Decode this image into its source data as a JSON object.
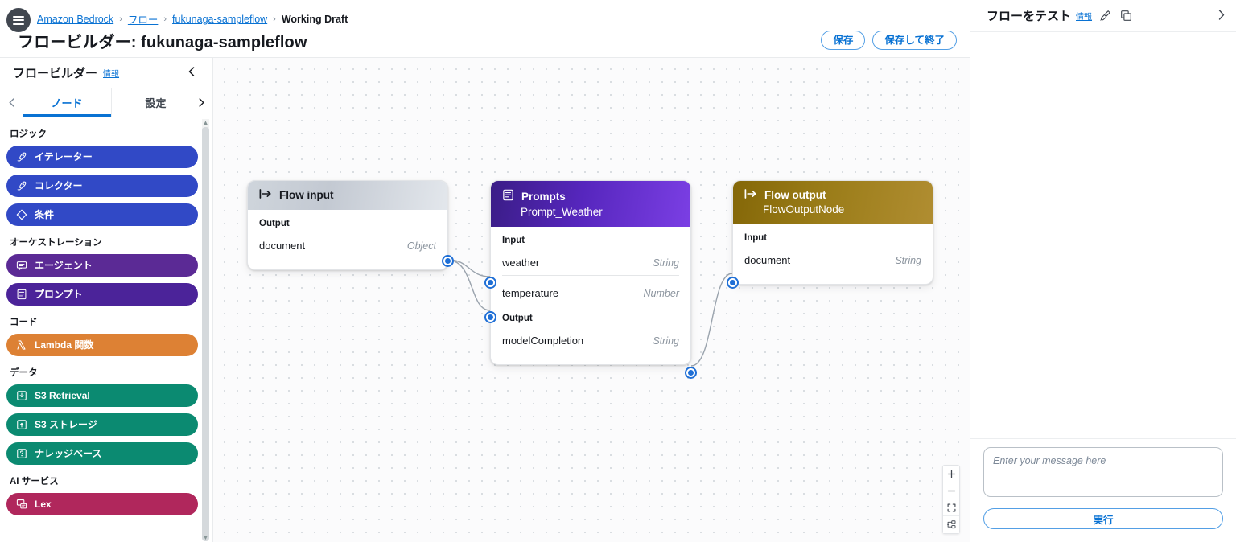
{
  "header": {
    "menu_icon": "hamburger-icon",
    "breadcrumb": [
      {
        "label": "Amazon Bedrock",
        "type": "link"
      },
      {
        "label": "フロー",
        "type": "link"
      },
      {
        "label": "fukunaga-sampleflow",
        "type": "link"
      },
      {
        "label": "Working Draft",
        "type": "current"
      }
    ],
    "separator": "›",
    "page_title": "フロービルダー: fukunaga-sampleflow",
    "actions": [
      {
        "label": "保存",
        "name": "save-button"
      },
      {
        "label": "保存して終了",
        "name": "save-and-exit-button"
      }
    ]
  },
  "sidebar": {
    "title": "フロービルダー",
    "info_label": "情報",
    "collapse_icon": "chevron-left-icon",
    "tabs": {
      "prev_icon": "chevron-left-icon",
      "next_icon": "chevron-right-icon",
      "items": [
        {
          "label": "ノード",
          "active": true
        },
        {
          "label": "設定",
          "active": false
        }
      ]
    },
    "groups": [
      {
        "label": "ロジック",
        "items": [
          {
            "label": "イテレーター",
            "color": "#3149c6",
            "icon": "iterator-icon"
          },
          {
            "label": "コレクター",
            "color": "#3149c6",
            "icon": "collector-icon"
          },
          {
            "label": "条件",
            "color": "#3149c6",
            "icon": "condition-diamond-icon"
          }
        ]
      },
      {
        "label": "オーケストレーション",
        "items": [
          {
            "label": "エージェント",
            "color": "#5b2a95",
            "icon": "agent-chat-icon"
          },
          {
            "label": "プロンプト",
            "color": "#4b2399",
            "icon": "prompt-doc-icon"
          }
        ]
      },
      {
        "label": "コード",
        "items": [
          {
            "label": "Lambda 関数",
            "color": "#dd8134",
            "icon": "lambda-icon"
          }
        ]
      },
      {
        "label": "データ",
        "items": [
          {
            "label": "S3 Retrieval",
            "color": "#0b8a71",
            "icon": "s3-retrieval-icon"
          },
          {
            "label": "S3 ストレージ",
            "color": "#0b8a71",
            "icon": "s3-storage-icon"
          },
          {
            "label": "ナレッジベース",
            "color": "#0b8a71",
            "icon": "knowledge-base-icon"
          }
        ]
      },
      {
        "label": "AI サービス",
        "items": [
          {
            "label": "Lex",
            "color": "#b0275c",
            "icon": "lex-icon"
          }
        ]
      }
    ]
  },
  "canvas": {
    "nodes": [
      {
        "name": "flow-input-node",
        "icon": "flow-input-icon",
        "title": "Flow input",
        "subtitle": "",
        "sections": [
          {
            "label": "Output",
            "rows": [
              {
                "field": "document",
                "type": "Object"
              }
            ]
          }
        ]
      },
      {
        "name": "prompts-node",
        "icon": "prompt-doc-icon",
        "title": "Prompts",
        "subtitle": "Prompt_Weather",
        "sections": [
          {
            "label": "Input",
            "rows": [
              {
                "field": "weather",
                "type": "String"
              },
              {
                "field": "temperature",
                "type": "Number"
              }
            ]
          },
          {
            "label": "Output",
            "rows": [
              {
                "field": "modelCompletion",
                "type": "String"
              }
            ]
          }
        ]
      },
      {
        "name": "flow-output-node",
        "icon": "flow-output-icon",
        "title": "Flow output",
        "subtitle": "FlowOutputNode",
        "sections": [
          {
            "label": "Input",
            "rows": [
              {
                "field": "document",
                "type": "String"
              }
            ]
          }
        ]
      }
    ],
    "zoom_controls": [
      {
        "name": "zoom-in-button",
        "icon": "plus-icon"
      },
      {
        "name": "zoom-out-button",
        "icon": "minus-icon"
      },
      {
        "name": "fit-to-screen-button",
        "icon": "fit-screen-icon"
      },
      {
        "name": "auto-layout-button",
        "icon": "auto-layout-icon"
      }
    ]
  },
  "test_panel": {
    "title": "フローをテスト",
    "info_label": "情報",
    "icons": [
      {
        "name": "broom-clear-icon"
      },
      {
        "name": "copy-icon"
      }
    ],
    "expand_icon": "chevron-right-icon",
    "input_placeholder": "Enter your message here",
    "input_value": "",
    "run_button": "実行"
  },
  "colors": {
    "link": "#0972d3",
    "port": "#1f6fd6",
    "edge": "#9aa3ad"
  }
}
